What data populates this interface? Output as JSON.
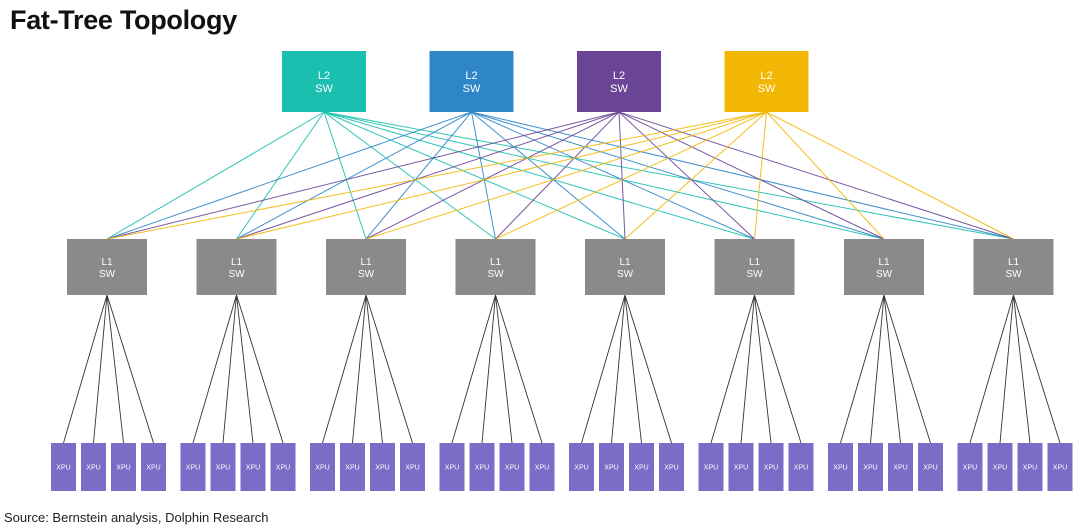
{
  "title": "Fat-Tree Topology",
  "source": "Source: Bernstein analysis, Dolphin Research",
  "l2_switches": [
    {
      "line1": "L2",
      "line2": "SW",
      "color": "#1bbfb0"
    },
    {
      "line1": "L2",
      "line2": "SW",
      "color": "#2e86c9"
    },
    {
      "line1": "L2",
      "line2": "SW",
      "color": "#6a4596"
    },
    {
      "line1": "L2",
      "line2": "SW",
      "color": "#f2b705"
    }
  ],
  "l1_switches": [
    {
      "line1": "L1",
      "line2": "SW"
    },
    {
      "line1": "L1",
      "line2": "SW"
    },
    {
      "line1": "L1",
      "line2": "SW"
    },
    {
      "line1": "L1",
      "line2": "SW"
    },
    {
      "line1": "L1",
      "line2": "SW"
    },
    {
      "line1": "L1",
      "line2": "SW"
    },
    {
      "line1": "L1",
      "line2": "SW"
    },
    {
      "line1": "L1",
      "line2": "SW"
    }
  ],
  "l1_color": "#8a8a8a",
  "xpu_label": "XPU",
  "xpu_per_l1": 4,
  "xpu_color": "#7b6cc7",
  "l1_to_xpu_link_color": "#333333"
}
